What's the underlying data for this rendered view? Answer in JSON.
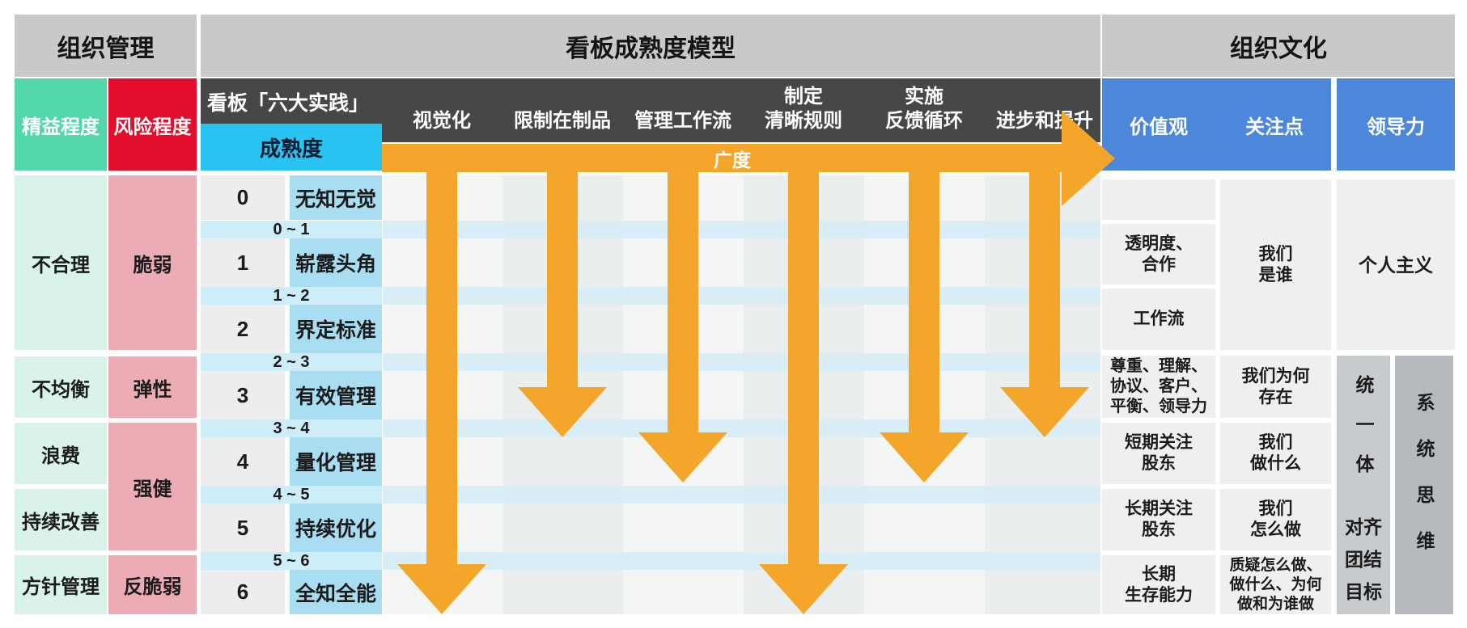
{
  "sections": {
    "management": "组织管理",
    "model": "看板成熟度模型",
    "culture": "组织文化"
  },
  "lean_column": {
    "header": "精益程度",
    "cells": [
      "不合理",
      "不均衡",
      "浪费",
      "持续改善",
      "方针管理"
    ]
  },
  "risk_column": {
    "header": "风险程度",
    "cells": [
      "脆弱",
      "弹性",
      "强健",
      "反脆弱"
    ]
  },
  "practices_band": {
    "label": "看板「六大实践」",
    "items": [
      {
        "label": "视觉化",
        "arrow_reaches_level": "6"
      },
      {
        "label": "限制在制品",
        "arrow_reaches_level": "3~4"
      },
      {
        "label": "管理工作流",
        "arrow_reaches_level": "4"
      },
      {
        "label": "制定\n清晰规则",
        "arrow_reaches_level": "6"
      },
      {
        "label": "实施\n反馈循环",
        "arrow_reaches_level": "4"
      },
      {
        "label": "进步和提升",
        "arrow_reaches_level": "3~4"
      }
    ]
  },
  "breadth_label": "广度",
  "maturity": {
    "header": "成熟度",
    "levels": [
      {
        "num": "0",
        "name": "无知无觉"
      },
      {
        "num": "1",
        "name": "崭露头角"
      },
      {
        "num": "2",
        "name": "界定标准"
      },
      {
        "num": "3",
        "name": "有效管理"
      },
      {
        "num": "4",
        "name": "量化管理"
      },
      {
        "num": "5",
        "name": "持续优化"
      },
      {
        "num": "6",
        "name": "全知全能"
      }
    ],
    "transitions": [
      "0 ~ 1",
      "1 ~ 2",
      "2 ~ 3",
      "3 ~ 4",
      "4 ~ 5",
      "5 ~ 6"
    ]
  },
  "values_column": {
    "header": "价值观",
    "cells": [
      "",
      "透明度、\n合作",
      "工作流",
      "尊重、理解、\n协议、客户、\n平衡、领导力",
      "短期关注\n股东",
      "长期关注\n股东",
      "长期\n生存能力"
    ]
  },
  "focus_column": {
    "header": "关注点",
    "cells": [
      "我们\n是谁",
      "我们为何\n存在",
      "我们\n做什么",
      "我们\n怎么做",
      "质疑怎么做、\n做什么、为何\n做和为谁做"
    ]
  },
  "leadership_column": {
    "header": "领导力",
    "cells": {
      "individualism": "个人主义",
      "unity": "统一体",
      "aligned_goals": "对齐\n团结\n目标",
      "systems_thinking": "系统思维"
    }
  },
  "colors": {
    "orange": "#F3A62A",
    "green_header": "#53D6A9",
    "green_cell": "#DAF3EA",
    "red_header": "#E20E2C",
    "red_cell": "#ECACB6",
    "cyan_header": "#29C3F2",
    "cyan_cell": "#A8DDF2",
    "cyan_band": "#CDEEF9",
    "blue_header": "#4C87D9",
    "dark_band": "#474747",
    "gray_header": "#C9C9C9",
    "light_cell": "#EEF0F0"
  }
}
